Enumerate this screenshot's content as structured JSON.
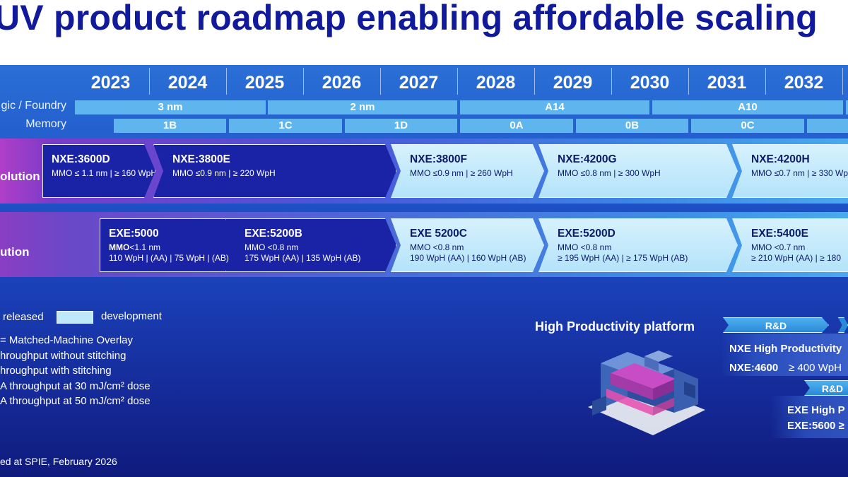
{
  "title": "UV product roadmap enabling affordable scaling",
  "years": [
    "2023",
    "2024",
    "2025",
    "2026",
    "2027",
    "2028",
    "2029",
    "2030",
    "2031",
    "2032"
  ],
  "logic_row": {
    "label": "gic / Foundry",
    "nodes": [
      "3 nm",
      "2 nm",
      "A14",
      "A10"
    ]
  },
  "memory_row": {
    "label": "Memory",
    "nodes": [
      "1B",
      "1C",
      "1D",
      "0A",
      "0B",
      "0C"
    ]
  },
  "nxe_band": {
    "label": "olution",
    "products": [
      {
        "name": "NXE:3600D",
        "spec": "MMO ≤ 1.1 nm | ≥ 160 WpH",
        "status": "released"
      },
      {
        "name": "NXE:3800E",
        "spec": "MMO ≤0.9 nm | ≥ 220 WpH",
        "status": "released"
      },
      {
        "name": "NXE:3800F",
        "spec": "MMO ≤0.9 nm | ≥ 260 WpH",
        "status": "development"
      },
      {
        "name": "NXE:4200G",
        "spec": "MMO ≤0.8 nm | ≥ 300 WpH",
        "status": "development"
      },
      {
        "name": "NXE:4200H",
        "spec": "MMO ≤0.7 nm | ≥ 330 WpH",
        "status": "development"
      }
    ]
  },
  "exe_band": {
    "label": "ution",
    "products": [
      {
        "name": "EXE:5000",
        "spec1_bold": "MMO",
        "spec1": "<1.1 nm",
        "spec2": "110 WpH | (AA) | 75 WpH | (AB)",
        "status": "released"
      },
      {
        "name": "EXE:5200B",
        "spec1": "MMO <0.8 nm",
        "spec2": "175 WpH (AA) | 135 WpH (AB)",
        "status": "released"
      },
      {
        "name": "EXE 5200C",
        "spec1": "MMO <0.8 nm",
        "spec2": "190 WpH (AA) | 160 WpH (AB)",
        "status": "development"
      },
      {
        "name": "EXE:5200D",
        "spec1": "MMO <0.8 nm",
        "spec2": "≥ 195 WpH (AA) | ≥ 175 WpH (AB)",
        "status": "development"
      },
      {
        "name": "EXE:5400E",
        "spec1": "MMO <0.7 nm",
        "spec2": "≥ 210 WpH (AA) | ≥ 180",
        "status": "development"
      }
    ]
  },
  "legend": {
    "released": "released",
    "development": "development",
    "notes": [
      "= Matched-Machine Overlay",
      "hroughput without stitching",
      "hroughput with stitching",
      "A throughput at 30 mJ/cm² dose",
      "A throughput at 50 mJ/cm² dose"
    ]
  },
  "hp_platform": {
    "label": "High Productivity platform",
    "rd1": "R&D",
    "rd2": "R&D",
    "nxe_title": "NXE High Productivity",
    "nxe_model": "NXE:4600",
    "nxe_spec": "≥ 400 WpH",
    "exe_title": "EXE  High P",
    "exe_model": "EXE:5600 ≥"
  },
  "footnote": "ed at SPIE, February 2026",
  "colors": {
    "title": "#101a9a",
    "released": "#1a23a6",
    "development": "#bfe8fb",
    "node_bar": "#5fb6ee"
  }
}
